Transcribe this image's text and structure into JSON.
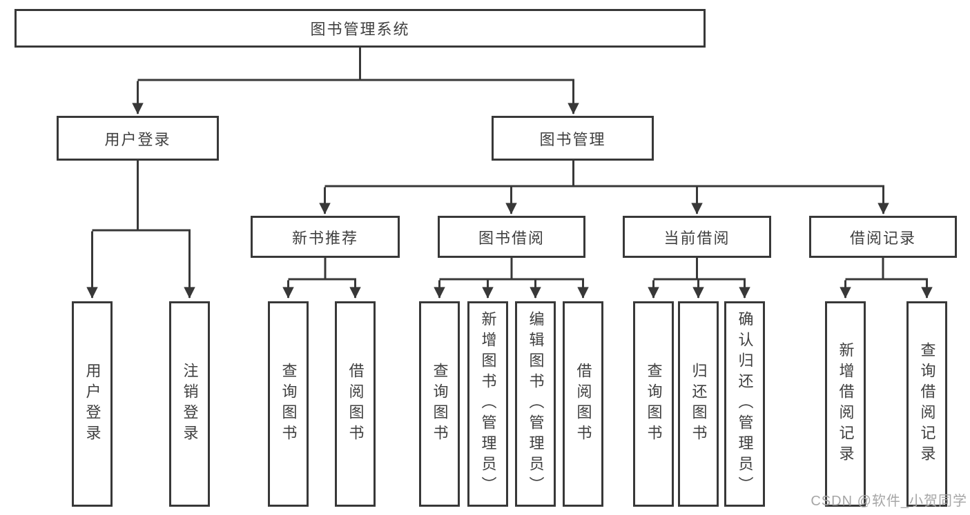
{
  "diagram": {
    "root": {
      "label": "图书管理系统"
    },
    "children": [
      {
        "label": "用户登录",
        "children": [
          {
            "label": "用户登录"
          },
          {
            "label": "注销登录"
          }
        ]
      },
      {
        "label": "图书管理",
        "children": [
          {
            "label": "新书推荐",
            "children": [
              {
                "label": "查询图书"
              },
              {
                "label": "借阅图书"
              }
            ]
          },
          {
            "label": "图书借阅",
            "children": [
              {
                "label": "查询图书"
              },
              {
                "label": "新增图书（管理员）"
              },
              {
                "label": "编辑图书（管理员）"
              },
              {
                "label": "借阅图书"
              }
            ]
          },
          {
            "label": "当前借阅",
            "children": [
              {
                "label": "查询图书"
              },
              {
                "label": "归还图书"
              },
              {
                "label": "确认归还（管理员）"
              }
            ]
          },
          {
            "label": "借阅记录",
            "children": [
              {
                "label": "新增借阅记录"
              },
              {
                "label": "查询借阅记录"
              }
            ]
          }
        ]
      }
    ]
  },
  "watermark": "CSDN @软件_小贺同学",
  "colors": {
    "line": "#383838",
    "box_border": "#383838",
    "box_fill": "#ffffff",
    "text": "#3f3f3f",
    "watermark": "#a6a6a6",
    "background": "#ffffff"
  }
}
